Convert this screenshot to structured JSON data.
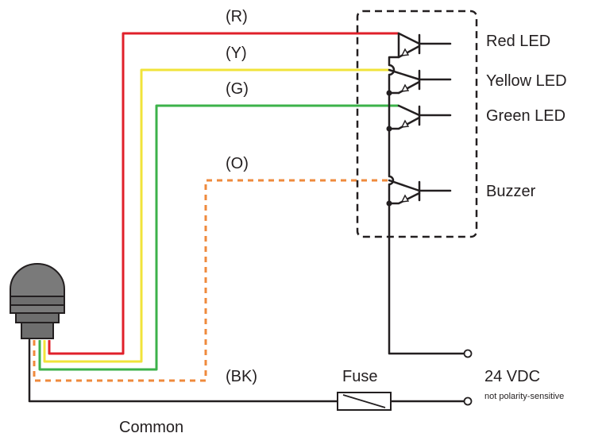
{
  "colors": {
    "red": "#e0202a",
    "yellow": "#f1e33a",
    "green": "#3cb24a",
    "orange": "#ef8a3c",
    "black": "#231f20",
    "grey": "#6e6e6e"
  },
  "wire_labels": {
    "red": "(R)",
    "yellow": "(Y)",
    "green": "(G)",
    "orange": "(O)",
    "black": "(BK)"
  },
  "outputs": {
    "red_led": "Red LED",
    "yellow_led": "Yellow LED",
    "green_led": "Green LED",
    "buzzer": "Buzzer"
  },
  "fuse_label": "Fuse",
  "supply_label": "24 VDC",
  "supply_note": "not polarity-sensitive",
  "common_label": "Common",
  "icons": [
    "indicator-light-icon",
    "transistor-icon",
    "fuse-icon",
    "terminal-icon"
  ]
}
